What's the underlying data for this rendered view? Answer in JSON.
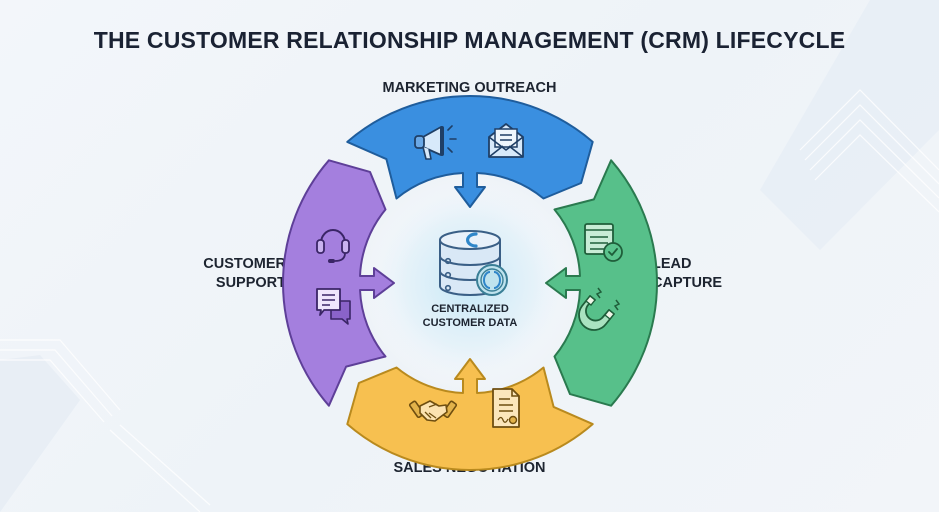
{
  "title": "THE CUSTOMER RELATIONSHIP MANAGEMENT (CRM) LIFECYCLE",
  "center": {
    "line1": "CENTRALIZED",
    "line2": "CUSTOMER DATA",
    "icon": "database-icon"
  },
  "stages": [
    {
      "id": "marketing",
      "label": "MARKETING OUTREACH",
      "color": "#3a8fe0",
      "stroke": "#1f5d9c",
      "icons": [
        "megaphone-icon",
        "envelope-icon"
      ]
    },
    {
      "id": "lead",
      "label_line1": "LEAD",
      "label_line2": "CAPTURE",
      "color": "#57c08a",
      "stroke": "#2a7a4f",
      "icons": [
        "form-check-icon",
        "magnet-icon"
      ]
    },
    {
      "id": "sales",
      "label": "SALES NEGOTIATION",
      "color": "#f7c050",
      "stroke": "#b98a1e",
      "icons": [
        "handshake-icon",
        "contract-icon"
      ]
    },
    {
      "id": "support",
      "label_line1": "CUSTOMER",
      "label_line2": "SUPPORT",
      "color": "#a47fde",
      "stroke": "#5e3f98",
      "icons": [
        "headset-icon",
        "chat-icon"
      ]
    }
  ]
}
